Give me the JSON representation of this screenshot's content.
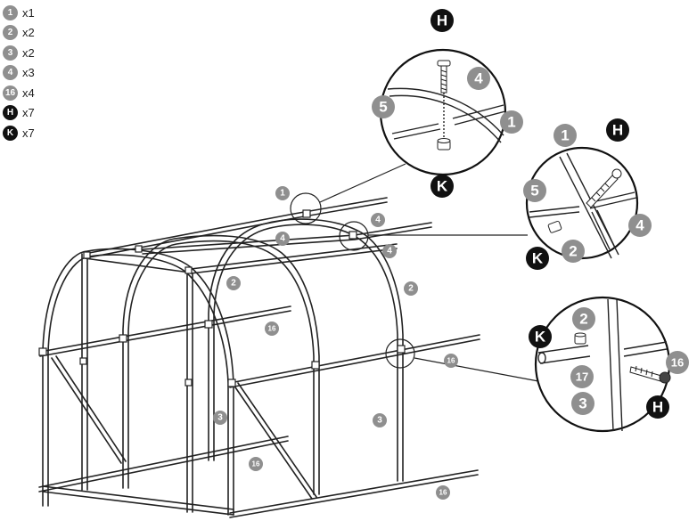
{
  "colors": {
    "part": "#8f8f8f",
    "hardware": "#111111",
    "line": "#222222"
  },
  "legend": [
    {
      "id": "1",
      "qty": "x1",
      "kind": "part"
    },
    {
      "id": "2",
      "qty": "x2",
      "kind": "part"
    },
    {
      "id": "3",
      "qty": "x2",
      "kind": "part"
    },
    {
      "id": "4",
      "qty": "x3",
      "kind": "part"
    },
    {
      "id": "16",
      "qty": "x4",
      "kind": "part"
    },
    {
      "id": "H",
      "qty": "x7",
      "kind": "hardware"
    },
    {
      "id": "K",
      "qty": "x7",
      "kind": "hardware"
    }
  ],
  "callouts": [
    {
      "label": "1",
      "kind": "part",
      "size": "s"
    },
    {
      "label": "4",
      "kind": "part",
      "size": "s"
    },
    {
      "label": "4",
      "kind": "part",
      "size": "s"
    },
    {
      "label": "4",
      "kind": "part",
      "size": "s"
    },
    {
      "label": "2",
      "kind": "part",
      "size": "s"
    },
    {
      "label": "2",
      "kind": "part",
      "size": "s"
    },
    {
      "label": "16",
      "kind": "part",
      "size": "s"
    },
    {
      "label": "16",
      "kind": "part",
      "size": "s"
    },
    {
      "label": "16",
      "kind": "part",
      "size": "s"
    },
    {
      "label": "16",
      "kind": "part",
      "size": "s"
    },
    {
      "label": "3",
      "kind": "part",
      "size": "s"
    },
    {
      "label": "3",
      "kind": "part",
      "size": "s"
    },
    {
      "label": "H",
      "kind": "hardware",
      "size": "l"
    },
    {
      "label": "4",
      "kind": "part",
      "size": "l"
    },
    {
      "label": "5",
      "kind": "part",
      "size": "l"
    },
    {
      "label": "1",
      "kind": "part",
      "size": "l"
    },
    {
      "label": "K",
      "kind": "hardware",
      "size": "l"
    },
    {
      "label": "1",
      "kind": "part",
      "size": "l"
    },
    {
      "label": "H",
      "kind": "hardware",
      "size": "l"
    },
    {
      "label": "5",
      "kind": "part",
      "size": "l"
    },
    {
      "label": "4",
      "kind": "part",
      "size": "l"
    },
    {
      "label": "2",
      "kind": "part",
      "size": "l"
    },
    {
      "label": "K",
      "kind": "hardware",
      "size": "l"
    },
    {
      "label": "2",
      "kind": "part",
      "size": "l"
    },
    {
      "label": "K",
      "kind": "hardware",
      "size": "l"
    },
    {
      "label": "16",
      "kind": "part",
      "size": "l"
    },
    {
      "label": "17",
      "kind": "part",
      "size": "l"
    },
    {
      "label": "3",
      "kind": "part",
      "size": "l"
    },
    {
      "label": "H",
      "kind": "hardware",
      "size": "l"
    }
  ]
}
